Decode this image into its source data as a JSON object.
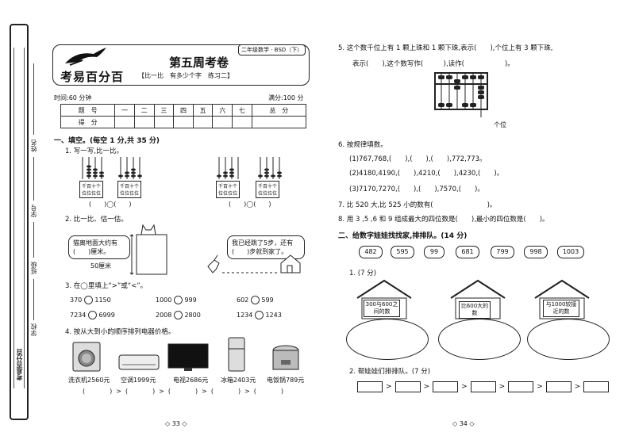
{
  "binding": {
    "labels": [
      "姓名",
      "学号",
      "班级",
      "学校"
    ],
    "logo_vertical": "考易百分百"
  },
  "header": {
    "logo": "考易百分百",
    "title": "第五周考卷",
    "subtitle": "【比一比　有多少个字　练习二】",
    "grade_tag": "二年级数学 · BSD（下）",
    "time": "时间:60 分钟",
    "full_score": "满分:100 分"
  },
  "score_table": {
    "row1": [
      "题　号",
      "一",
      "二",
      "三",
      "四",
      "五",
      "六",
      "七",
      "总　分"
    ],
    "row2": [
      "得　分",
      "",
      "",
      "",
      "",
      "",
      "",
      "",
      ""
    ]
  },
  "left": {
    "section1": "一、填空。(每空 1 分,共 35 分)",
    "q1": "1. 写一写,比一比。",
    "abacus_label": "千百十个",
    "abacus_label2": "位位位位",
    "q1_blank": "(　　)◯(　　)",
    "q2": "2. 比一比、估一估。",
    "bubble1_line1": "猫离地面大约有",
    "bubble1_line2": "(　　)厘米。",
    "height_label": "50厘米",
    "bubble2_line1": "我已经跳了5步，还有",
    "bubble2_line2": "(　　)步就到家了。",
    "q3": "3. 在◯里填上“>”或“<”。",
    "compare": [
      [
        "370",
        "1150"
      ],
      [
        "1000",
        "999"
      ],
      [
        "602",
        "599"
      ],
      [
        "7234",
        "6999"
      ],
      [
        "2008",
        "2800"
      ],
      [
        "1234",
        "1243"
      ]
    ],
    "q4": "4. 按从大到小的顺序排列电器价格。",
    "appliances": [
      {
        "name": "洗衣机2560元",
        "icon": "washing-machine-icon"
      },
      {
        "name": "空调1999元",
        "icon": "air-conditioner-icon"
      },
      {
        "name": "电视2686元",
        "icon": "tv-icon"
      },
      {
        "name": "冰箱2403元",
        "icon": "fridge-icon"
      },
      {
        "name": "电饭锅789元",
        "icon": "rice-cooker-icon"
      }
    ],
    "order_line": "(　　)>(　　)>(　　)>(　　)>(　　)",
    "page_num": "◇ 33 ◇"
  },
  "right": {
    "q5_line1": "5. 这个数千位上有 1 颗上珠和 1 颗下珠,表示(　　),个位上有 3 颗下珠,",
    "q5_line2": "表示(　　),这个数写作(　　　),读作(　　　　　　)。",
    "abacus_caption": "个位",
    "q6": "6. 按规律填数。",
    "q6_1": "(1)767,768,(　　),(　　),(　　),772,773。",
    "q6_2": "(2)4180,4190,(　　),4210,(　　),4230,(　　)。",
    "q6_3": "(3)7170,7270,(　　),(　　),7570,(　　)。",
    "q7": "7. 比 520 大,比 525 小的数有(　　　　　　　　)。",
    "q8": "8. 用 3 ,5 ,6 和 9 组成最大的四位数是(　　),最小的四位数是(　　)。",
    "section2": "二、给数字娃娃找找家,排排队。(14 分)",
    "candies": [
      "482",
      "595",
      "99",
      "681",
      "799",
      "998",
      "1003"
    ],
    "sub1": "1. (7 分)",
    "houses": [
      "300与600之间的数",
      "比600大的数",
      "与1000较接近的数"
    ],
    "sub2": "2. 帮娃娃们排排队。(7 分)",
    "gt": ">",
    "page_num": "◇ 34 ◇"
  }
}
